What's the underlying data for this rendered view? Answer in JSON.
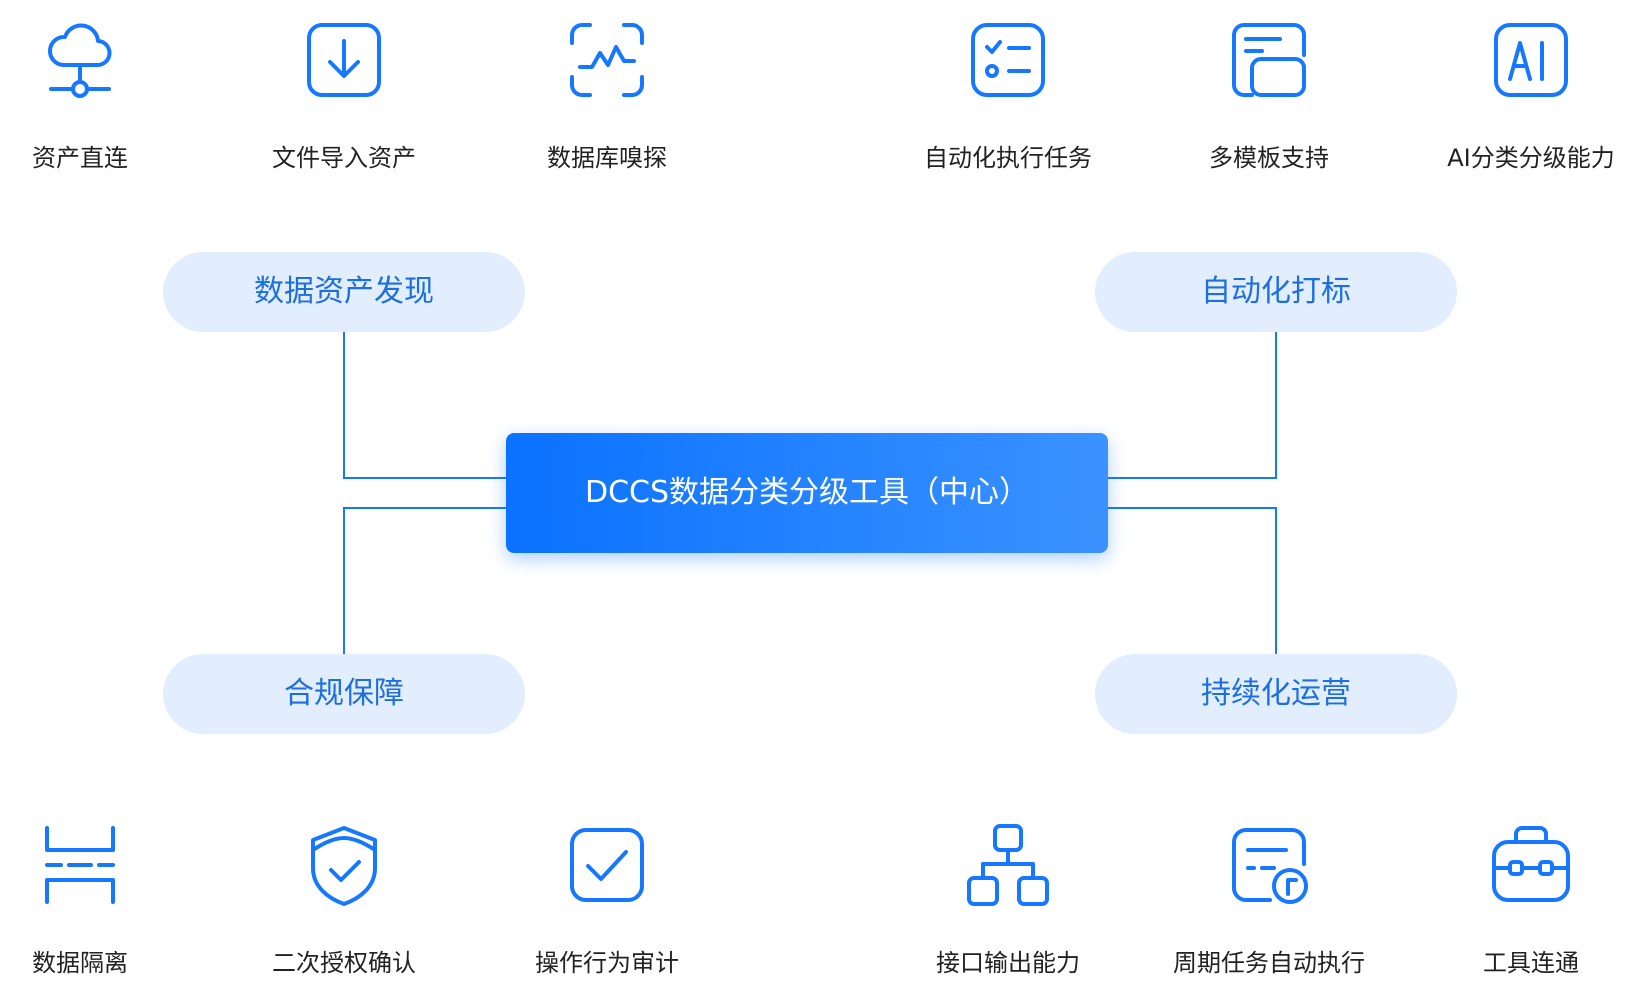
{
  "accent_color": "#1677ff",
  "center": {
    "label": "DCCS数据分类分级工具（中心）",
    "gradient_from": "#0a72ff",
    "gradient_to": "#3b92ff"
  },
  "branches": {
    "top_left": "数据资产发现",
    "top_right": "自动化打标",
    "bottom_left": "合规保障",
    "bottom_right": "持续化运营"
  },
  "top_icons": [
    {
      "label": "资产直连",
      "icon": "cloud-network-icon"
    },
    {
      "label": "文件导入资产",
      "icon": "download-import-icon"
    },
    {
      "label": "数据库嗅探",
      "icon": "scan-pulse-icon"
    },
    {
      "label": "自动化执行任务",
      "icon": "checklist-icon"
    },
    {
      "label": "多模板支持",
      "icon": "template-layout-icon"
    },
    {
      "label": "AI分类分级能力",
      "icon": "ai-icon"
    }
  ],
  "bottom_icons": [
    {
      "label": "数据隔离",
      "icon": "data-isolation-icon"
    },
    {
      "label": "二次授权确认",
      "icon": "shield-check-icon"
    },
    {
      "label": "操作行为审计",
      "icon": "checkbox-icon"
    },
    {
      "label": "接口输出能力",
      "icon": "hierarchy-icon"
    },
    {
      "label": "周期任务自动执行",
      "icon": "scheduled-doc-icon"
    },
    {
      "label": "工具连通",
      "icon": "toolbox-icon"
    }
  ]
}
